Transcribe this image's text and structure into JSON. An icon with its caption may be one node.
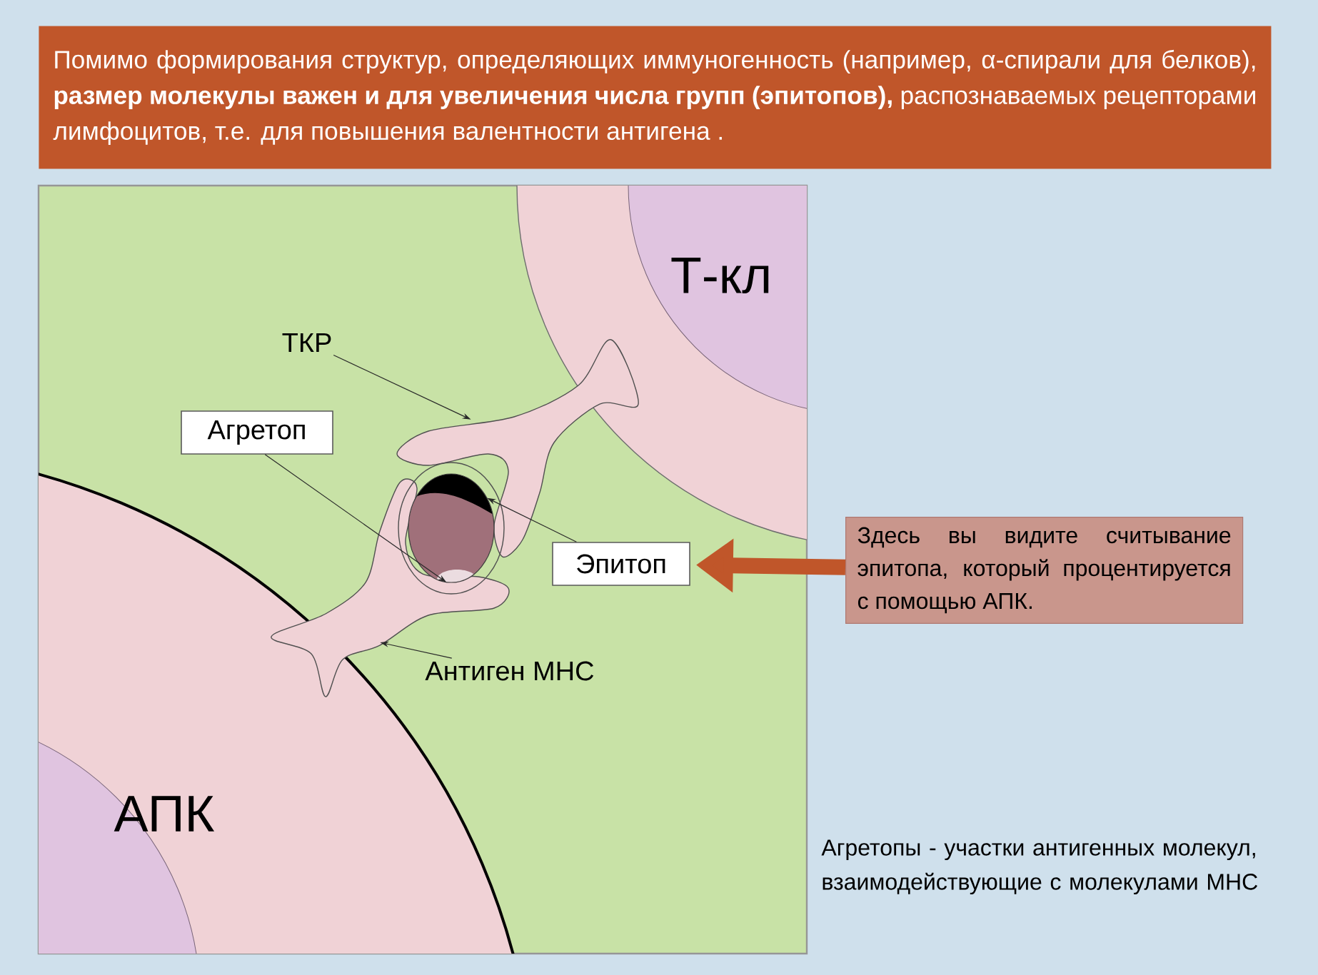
{
  "diagram": {
    "title": "Помимо формирования структур, определяющих иммуногенность (например, α-спирали для белков), **размер молекулы важен и для увеличения числа групп (эпитопов),** распознаваемых рецепторами лимфоцитов, т.е. для повышения валентности антигена .",
    "nodes": [
      {
        "text": [
          "Т-кл"
        ]
      },
      {
        "text": [
          "АПК"
        ]
      },
      {
        "text": [
          "ТКР"
        ]
      },
      {
        "text": [],
        "shape": "picture"
      },
      {
        "text": [
          "Агретоп"
        ]
      },
      {
        "text": [],
        "shape": "circle"
      },
      {
        "text": [
          "Эпитоп"
        ]
      },
      {
        "text": [
          "Антиген МНС"
        ]
      },
      {
        "text": [],
        "shape": "picture"
      },
      {
        "text": [
          "Здесь вы видите считывание эпитопа, который процентируется с помощью АПК."
        ]
      }
    ],
    "edges": [
      {
        "from": 2,
        "to": 3,
        "arrow": "to"
      },
      {
        "from": 4,
        "to": 5,
        "arrow": "to"
      },
      {
        "from": 6,
        "to": 5,
        "arrow": "to"
      },
      {
        "from": 7,
        "to": 8,
        "arrow": "to"
      },
      {
        "from": 9,
        "to": 6,
        "arrow": "to",
        "style": "thick",
        "color": "#c0562a"
      }
    ],
    "labels": [
      "Агретопы - участки антигенных молекул, взаимодействующие с молекулами МНС"
    ]
  }
}
